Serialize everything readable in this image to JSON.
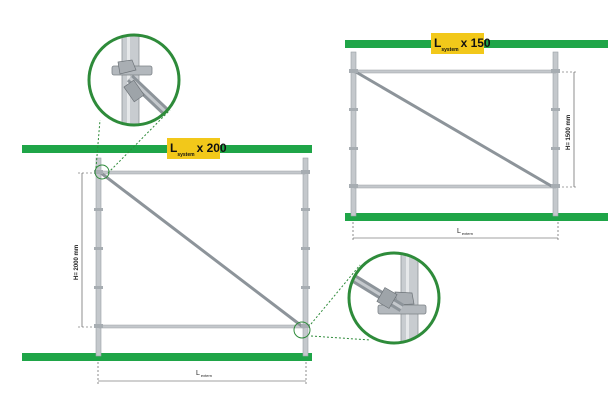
{
  "left_frame": {
    "system_label": {
      "main": "L",
      "sub": "system",
      "mult": "x 200"
    },
    "height_label": "H= 2000 mm",
    "width_label": {
      "main": "L",
      "sub": "extern"
    }
  },
  "right_frame": {
    "system_label": {
      "main": "L",
      "sub": "system",
      "mult": "x 150"
    },
    "height_label": "H= 1500 mm",
    "width_label": {
      "main": "L",
      "sub": "extern"
    }
  },
  "colors": {
    "green_bar": "#1fa548",
    "label_yellow": "#f2c81a",
    "frame_gray": "#b9bdc1",
    "dim_line": "#444444",
    "callout_ring": "#2e8b3a"
  },
  "icons": [
    "brace-clamp-detail-top",
    "brace-clamp-detail-bottom"
  ]
}
